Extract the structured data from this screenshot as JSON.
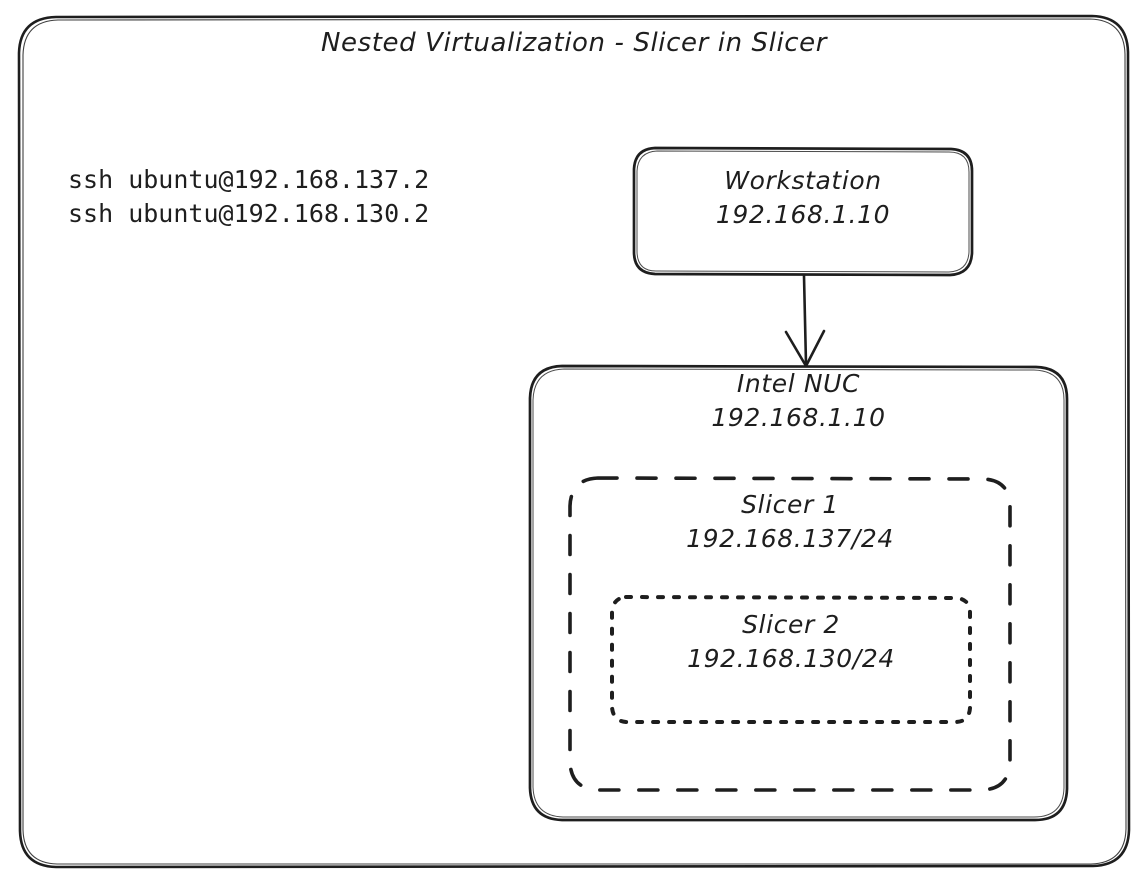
{
  "diagram": {
    "title": "Nested Virtualization - Slicer in Slicer",
    "background_color": "#ffffff",
    "stroke_color": "#1e1e1e",
    "commands": {
      "line1": "ssh ubuntu@192.168.137.2",
      "line2": "ssh ubuntu@192.168.130.2"
    },
    "nodes": {
      "outer_frame": {
        "name": "outer-frame",
        "border_style": "solid",
        "shape": "rounded-rectangle"
      },
      "workstation": {
        "name": "Workstation",
        "address": "192.168.1.10",
        "border_style": "solid",
        "shape": "rounded-rectangle"
      },
      "intel_nuc": {
        "name": "Intel NUC",
        "address": "192.168.1.10",
        "border_style": "solid",
        "shape": "rounded-rectangle"
      },
      "slicer1": {
        "name": "Slicer 1",
        "address": "192.168.137/24",
        "border_style": "dashed",
        "shape": "rounded-rectangle"
      },
      "slicer2": {
        "name": "Slicer 2",
        "address": "192.168.130/24",
        "border_style": "dotted",
        "shape": "rounded-rectangle"
      }
    },
    "connectors": [
      {
        "name": "workstation-to-nuc-arrow",
        "from": "Workstation",
        "to": "Intel NUC",
        "direction": "down",
        "style": "solid-arrow"
      }
    ]
  }
}
